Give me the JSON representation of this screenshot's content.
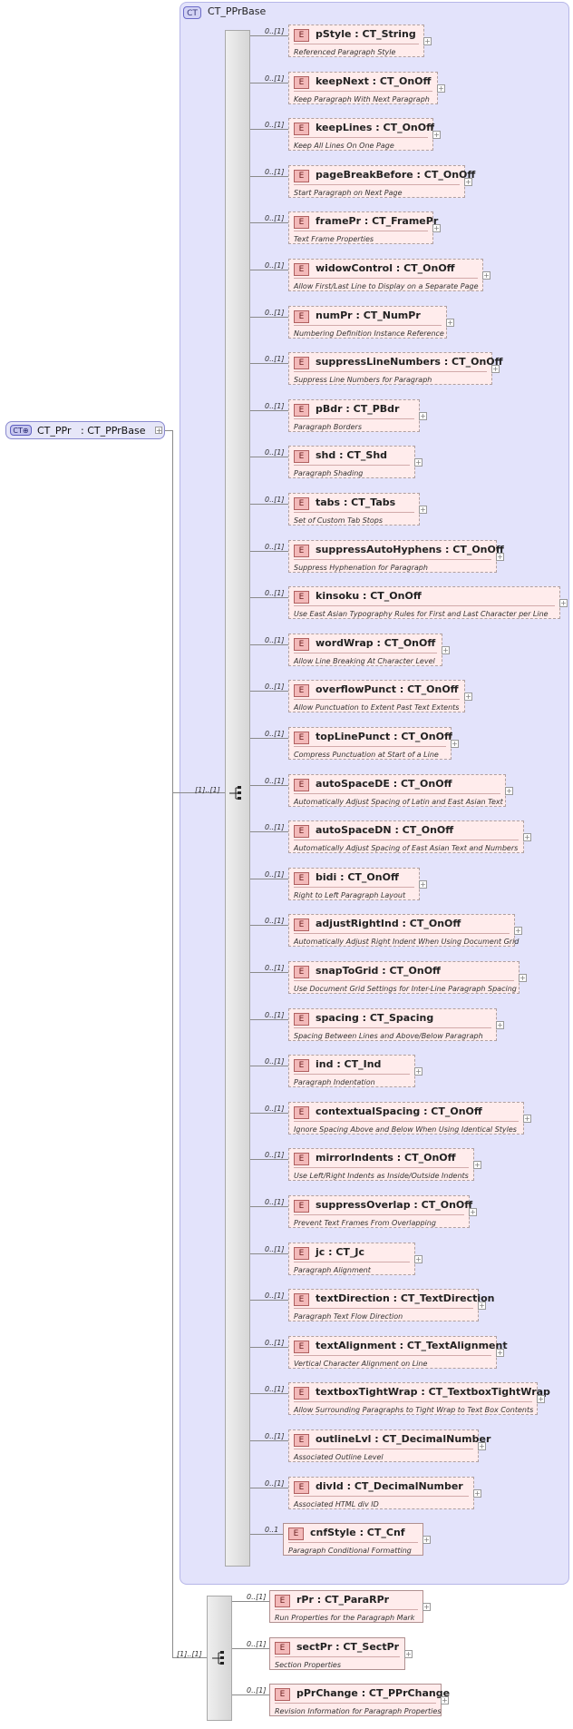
{
  "root": {
    "tag": "CT⊕",
    "name": "CT_PPr   : CT_PPrBase"
  },
  "base_type": {
    "tag": "CT",
    "title": "CT_PPrBase"
  },
  "sequence_cardinality": "[1]..[1]",
  "base_elements": [
    {
      "name": "pStyle",
      "type": "CT_String",
      "doc": "Referenced Paragraph Style",
      "card": "0..[1]"
    },
    {
      "name": "keepNext",
      "type": "CT_OnOff",
      "doc": "Keep Paragraph With Next Paragraph",
      "card": "0..[1]"
    },
    {
      "name": "keepLines",
      "type": "CT_OnOff",
      "doc": "Keep All Lines On One Page",
      "card": "0..[1]"
    },
    {
      "name": "pageBreakBefore",
      "type": "CT_OnOff",
      "doc": "Start Paragraph on Next Page",
      "card": "0..[1]"
    },
    {
      "name": "framePr",
      "type": "CT_FramePr",
      "doc": "Text Frame Properties",
      "card": "0..[1]"
    },
    {
      "name": "widowControl",
      "type": "CT_OnOff",
      "doc": "Allow First/Last Line to Display on a Separate Page",
      "card": "0..[1]"
    },
    {
      "name": "numPr",
      "type": "CT_NumPr",
      "doc": "Numbering Definition Instance Reference",
      "card": "0..[1]"
    },
    {
      "name": "suppressLineNumbers",
      "type": "CT_OnOff",
      "doc": "Suppress Line Numbers for Paragraph",
      "card": "0..[1]"
    },
    {
      "name": "pBdr",
      "type": "CT_PBdr",
      "doc": "Paragraph Borders",
      "card": "0..[1]"
    },
    {
      "name": "shd",
      "type": "CT_Shd",
      "doc": "Paragraph Shading",
      "card": "0..[1]"
    },
    {
      "name": "tabs",
      "type": "CT_Tabs",
      "doc": "Set of Custom Tab Stops",
      "card": "0..[1]"
    },
    {
      "name": "suppressAutoHyphens",
      "type": "CT_OnOff",
      "doc": "Suppress Hyphenation for Paragraph",
      "card": "0..[1]"
    },
    {
      "name": "kinsoku",
      "type": "CT_OnOff",
      "doc": "Use East Asian Typography Rules for First and Last Character per Line",
      "card": "0..[1]"
    },
    {
      "name": "wordWrap",
      "type": "CT_OnOff",
      "doc": "Allow Line Breaking At Character Level",
      "card": "0..[1]"
    },
    {
      "name": "overflowPunct",
      "type": "CT_OnOff",
      "doc": "Allow Punctuation to Extent Past Text Extents",
      "card": "0..[1]"
    },
    {
      "name": "topLinePunct",
      "type": "CT_OnOff",
      "doc": "Compress Punctuation at Start of a Line",
      "card": "0..[1]"
    },
    {
      "name": "autoSpaceDE",
      "type": "CT_OnOff",
      "doc": "Automatically Adjust Spacing of Latin and East Asian Text",
      "card": "0..[1]"
    },
    {
      "name": "autoSpaceDN",
      "type": "CT_OnOff",
      "doc": "Automatically Adjust Spacing of East Asian Text and Numbers",
      "card": "0..[1]"
    },
    {
      "name": "bidi",
      "type": "CT_OnOff",
      "doc": "Right to Left Paragraph Layout",
      "card": "0..[1]"
    },
    {
      "name": "adjustRightInd",
      "type": "CT_OnOff",
      "doc": "Automatically Adjust Right Indent When Using Document Grid",
      "card": "0..[1]"
    },
    {
      "name": "snapToGrid",
      "type": "CT_OnOff",
      "doc": "Use Document Grid Settings for Inter-Line Paragraph Spacing",
      "card": "0..[1]"
    },
    {
      "name": "spacing",
      "type": "CT_Spacing",
      "doc": "Spacing Between Lines and Above/Below Paragraph",
      "card": "0..[1]"
    },
    {
      "name": "ind",
      "type": "CT_Ind",
      "doc": "Paragraph Indentation",
      "card": "0..[1]"
    },
    {
      "name": "contextualSpacing",
      "type": "CT_OnOff",
      "doc": "Ignore Spacing Above and Below When Using Identical Styles",
      "card": "0..[1]"
    },
    {
      "name": "mirrorIndents",
      "type": "CT_OnOff",
      "doc": "Use Left/Right Indents as Inside/Outside Indents",
      "card": "0..[1]"
    },
    {
      "name": "suppressOverlap",
      "type": "CT_OnOff",
      "doc": "Prevent Text Frames From Overlapping",
      "card": "0..[1]"
    },
    {
      "name": "jc",
      "type": "CT_Jc",
      "doc": "Paragraph Alignment",
      "card": "0..[1]"
    },
    {
      "name": "textDirection",
      "type": "CT_TextDirection",
      "doc": "Paragraph Text Flow Direction",
      "card": "0..[1]"
    },
    {
      "name": "textAlignment",
      "type": "CT_TextAlignment",
      "doc": "Vertical Character Alignment on Line",
      "card": "0..[1]"
    },
    {
      "name": "textboxTightWrap",
      "type": "CT_TextboxTightWrap",
      "doc": "Allow Surrounding Paragraphs to Tight Wrap to Text Box Contents",
      "card": "0..[1]"
    },
    {
      "name": "outlineLvl",
      "type": "CT_DecimalNumber",
      "doc": "Associated Outline Level",
      "card": "0..[1]"
    },
    {
      "name": "divId",
      "type": "CT_DecimalNumber",
      "doc": "Associated HTML div ID",
      "card": "0..[1]"
    },
    {
      "name": "cnfStyle",
      "type": "CT_Cnf",
      "doc": "Paragraph Conditional Formatting",
      "card": "0..1"
    }
  ],
  "ext_elements": [
    {
      "name": "rPr",
      "type": "CT_ParaRPr",
      "doc": "Run Properties for the Paragraph Mark",
      "card": "0..[1]"
    },
    {
      "name": "sectPr",
      "type": "CT_SectPr",
      "doc": "Section Properties",
      "card": "0..[1]"
    },
    {
      "name": "pPrChange",
      "type": "CT_PPrChange",
      "doc": "Revision Information for Paragraph Properties",
      "card": "0..[1]"
    }
  ]
}
